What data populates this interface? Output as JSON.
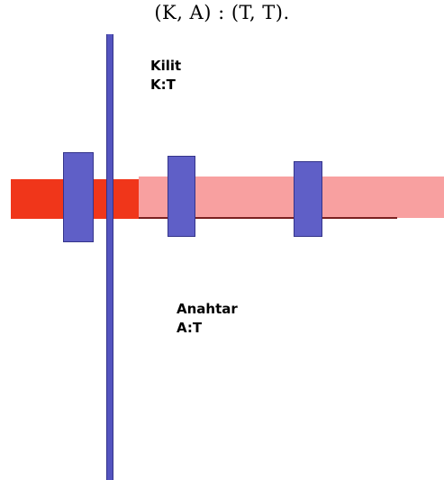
{
  "formula": "(K, A) : (T, T).",
  "labels": {
    "kilit": {
      "line1": "Kilit",
      "line2": "K:T"
    },
    "anahtar": {
      "line1": "Anahtar",
      "line2": "A:T"
    }
  },
  "colors": {
    "bar_dark": "#f0361a",
    "bar_light": "#f8a0a0",
    "pin": "#5f5fc7",
    "shaft": "#5454bf"
  }
}
